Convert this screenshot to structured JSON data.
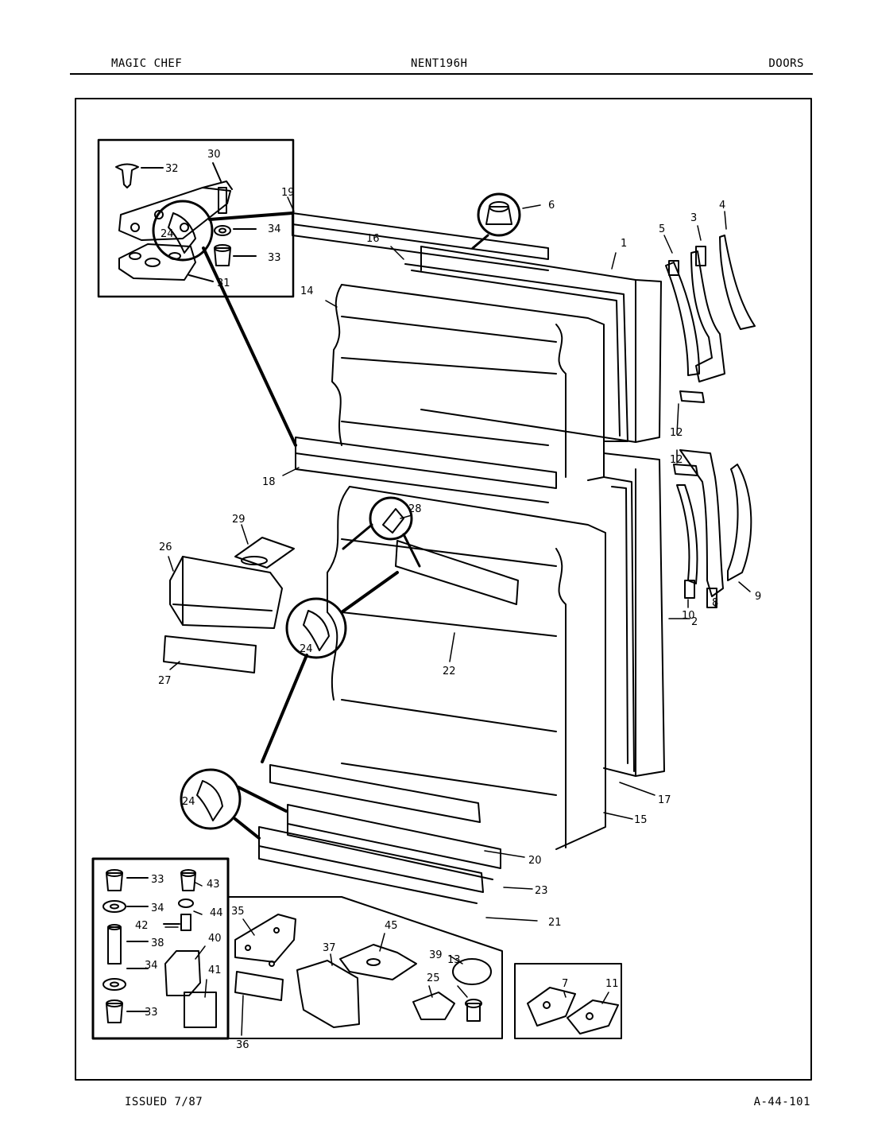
{
  "header": {
    "brand": "MAGIC CHEF",
    "model": "NENT196H",
    "section": "DOORS"
  },
  "footer": {
    "issued": "ISSUED 7/87",
    "code": "A-44-101"
  },
  "callouts": [
    "1",
    "2",
    "3",
    "4",
    "5",
    "6",
    "7",
    "8",
    "9",
    "10",
    "11",
    "12",
    "12",
    "13",
    "14",
    "15",
    "16",
    "17",
    "18",
    "19",
    "20",
    "21",
    "22",
    "23",
    "24",
    "24",
    "24",
    "25",
    "26",
    "27",
    "28",
    "29",
    "30",
    "31",
    "32",
    "33",
    "33",
    "33",
    "34",
    "34",
    "34",
    "35",
    "36",
    "37",
    "38",
    "39",
    "40",
    "41",
    "42",
    "43",
    "44",
    "45"
  ]
}
